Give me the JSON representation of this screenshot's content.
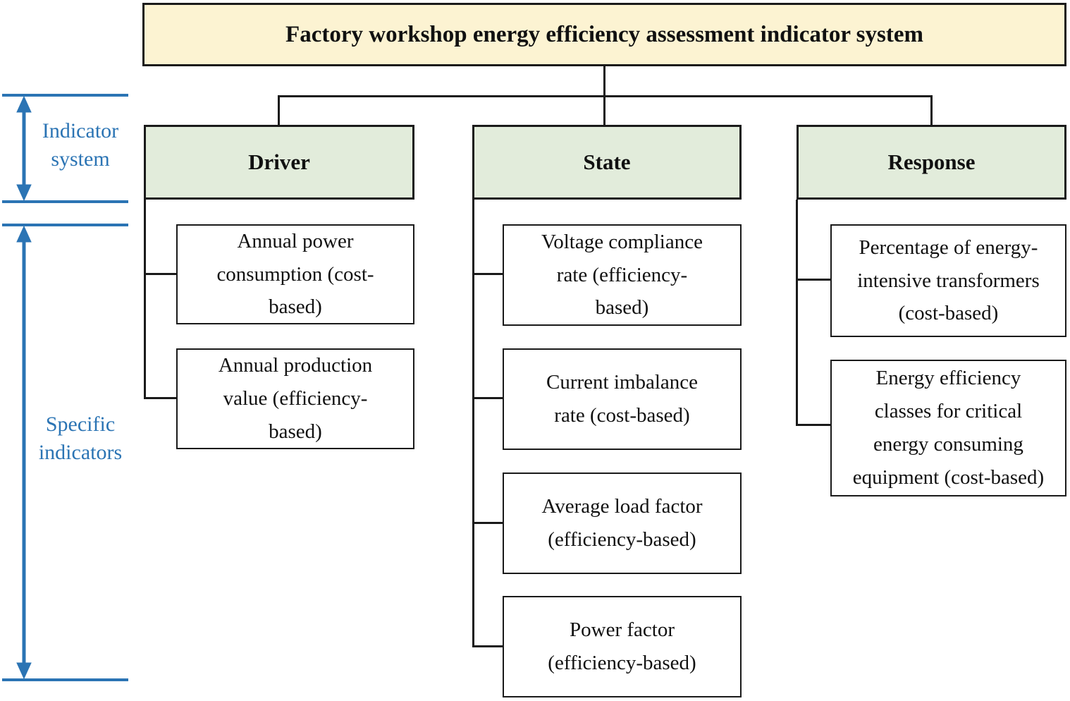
{
  "diagram": {
    "title": "Factory workshop energy efficiency assessment indicator system",
    "side_annotations": {
      "indicator_system": "Indicator\nsystem",
      "specific_indicators": "Specific\nindicators"
    },
    "columns": [
      {
        "header": "Driver",
        "items": [
          "Annual power\nconsumption (cost-\nbased)",
          "Annual production\nvalue (efficiency-\nbased)"
        ]
      },
      {
        "header": "State",
        "items": [
          "Voltage compliance\nrate (efficiency-\nbased)",
          "Current imbalance\nrate (cost-based)",
          "Average load factor\n(efficiency-based)",
          "Power factor\n(efficiency-based)"
        ]
      },
      {
        "header": "Response",
        "items": [
          "Percentage of energy-\nintensive transformers\n(cost-based)",
          "Energy efficiency\nclasses for critical\nenergy consuming\nequipment (cost-based)"
        ]
      }
    ],
    "colors": {
      "title_background": "#FCF3D2",
      "category_background": "#E2ECDB",
      "box_border": "#1a1a1a",
      "annotation_blue": "#2B74B4"
    }
  }
}
